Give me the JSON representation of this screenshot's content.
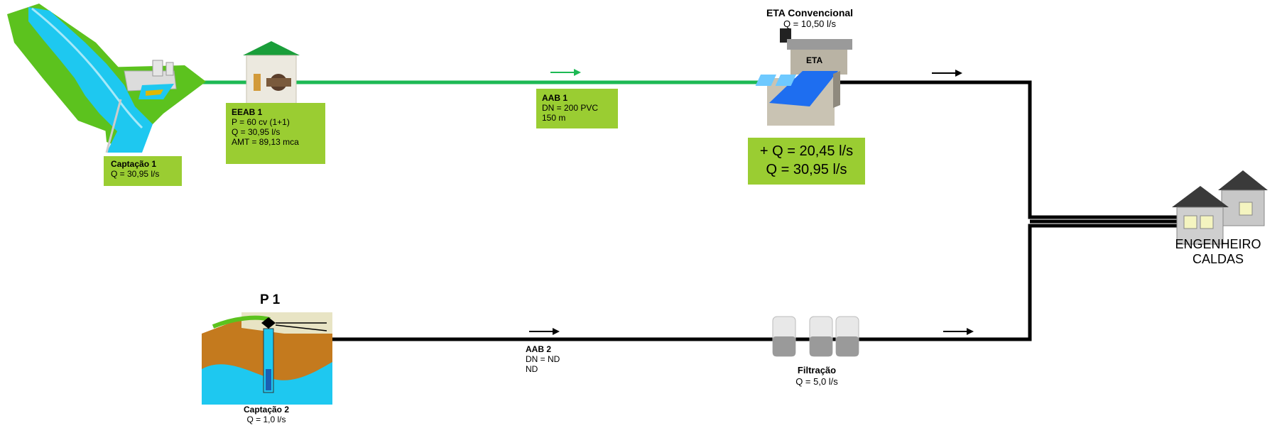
{
  "captacao1": {
    "title": "Captação 1",
    "q": "Q = 30,95 l/s"
  },
  "eeab1": {
    "title": "EEAB 1",
    "lines": [
      "P = 60 cv (1+1)",
      "Q = 30,95 l/s",
      "AMT = 89,13 mca"
    ]
  },
  "aab1": {
    "title": "AAB 1",
    "lines": [
      "DN = 200 PVC",
      "150 m"
    ]
  },
  "eta": {
    "title": "ETA Convencional",
    "q": "Q = 10,50 l/s",
    "sign": "ETA"
  },
  "eta_box": {
    "line1": "+ Q = 20,45 l/s",
    "line2": "Q = 30,95 l/s"
  },
  "p1": {
    "label": "P 1"
  },
  "captacao2": {
    "title": "Captação 2",
    "q": "Q =  1,0 l/s"
  },
  "aab2": {
    "title": "AAB 2",
    "lines": [
      "DN = ND",
      "ND"
    ]
  },
  "filtracao": {
    "title": "Filtração",
    "q": "Q = 5,0 l/s"
  },
  "destino": {
    "line1": "ENGENHEIRO",
    "line2": "CALDAS"
  },
  "colors": {
    "box_green": "#9acd32",
    "pipe_green": "#1db954",
    "pipe_black": "#000000",
    "water": "#1ec8f0",
    "grass": "#5cc21e"
  }
}
